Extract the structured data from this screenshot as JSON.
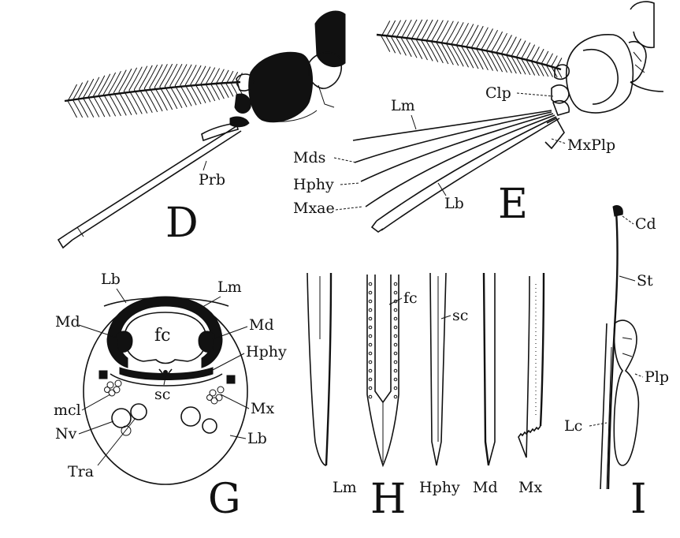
{
  "figure": {
    "colors": {
      "ink": "#111111",
      "paper": "#ffffff"
    },
    "panels": {
      "D": {
        "letter": "D",
        "labels": {
          "prb": "Prb"
        }
      },
      "E": {
        "letter": "E",
        "labels": {
          "lm": "Lm",
          "clp": "Clp",
          "mds": "Mds",
          "mxplp": "MxPlp",
          "hphy": "Hphy",
          "mxae": "Mxae",
          "lb": "Lb"
        }
      },
      "G": {
        "letter": "G",
        "labels": {
          "lb_top": "Lb",
          "lm": "Lm",
          "md_left": "Md",
          "fc": "fc",
          "md_right": "Md",
          "hphy": "Hphy",
          "sc": "sc",
          "mcl": "mcl",
          "mx": "Mx",
          "nv": "Nv",
          "lb_bottom": "Lb",
          "tra": "Tra"
        }
      },
      "H": {
        "letter": "H",
        "labels": {
          "fc": "fc",
          "sc": "sc"
        },
        "captions": {
          "lm": "Lm",
          "hphy": "Hphy",
          "md": "Md",
          "mx": "Mx"
        }
      },
      "I": {
        "letter": "I",
        "labels": {
          "cd": "Cd",
          "st": "St",
          "plp": "Plp",
          "lc": "Lc"
        }
      }
    }
  }
}
